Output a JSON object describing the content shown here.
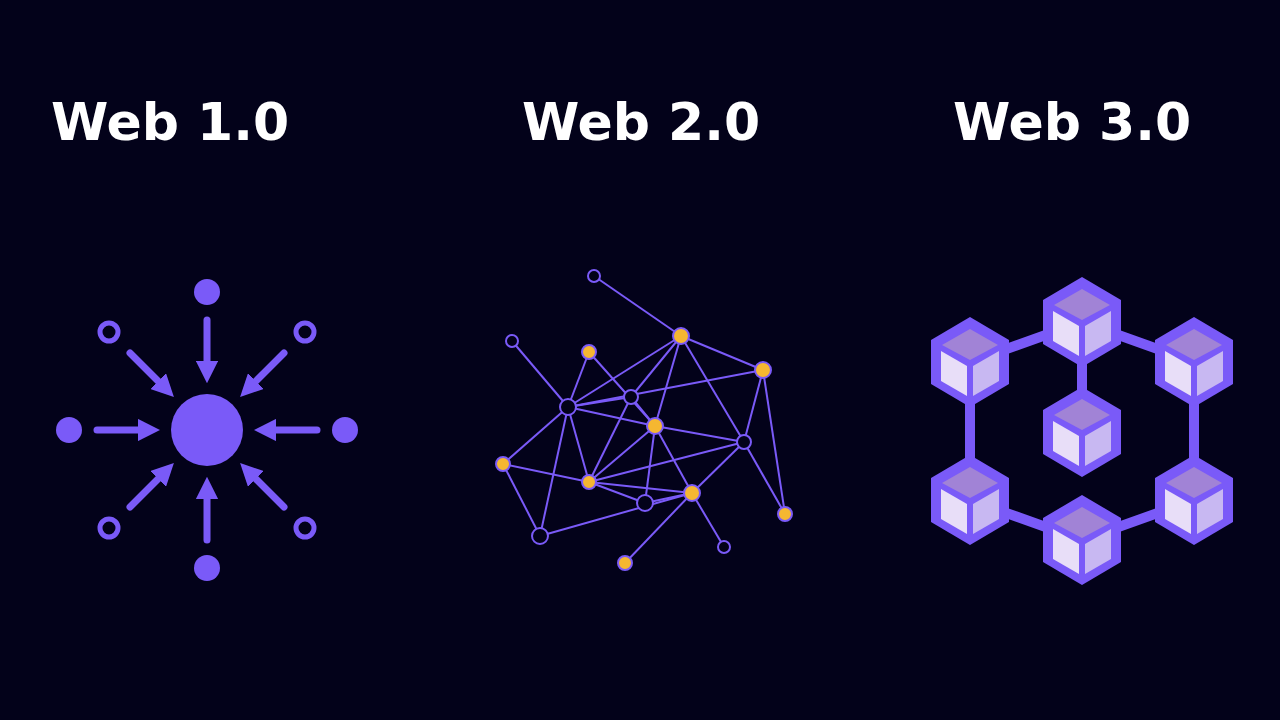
{
  "diagram": {
    "labels": [
      "Web 1.0",
      "Web 2.0",
      "Web 3.0"
    ]
  }
}
